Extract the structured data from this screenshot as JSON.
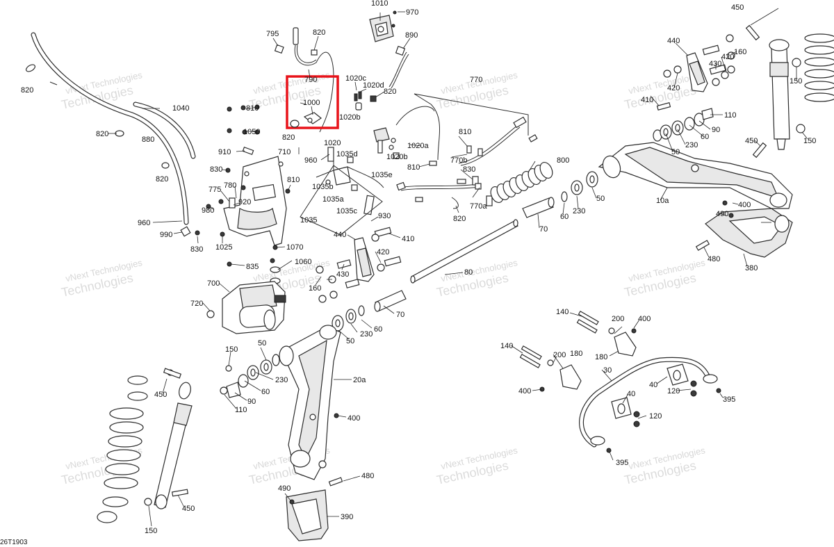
{
  "diagram": {
    "reference_code": "26T1903",
    "watermark": {
      "line1": "vNext Technologies",
      "line2": "Technologies"
    },
    "highlight": {
      "color": "#e8131a",
      "label": "1000"
    },
    "callouts": [
      {
        "id": "c1010",
        "label": "1010"
      },
      {
        "id": "c970",
        "label": "970"
      },
      {
        "id": "c890",
        "label": "890"
      },
      {
        "id": "c795",
        "label": "795"
      },
      {
        "id": "c820a",
        "label": "820"
      },
      {
        "id": "c790",
        "label": "790"
      },
      {
        "id": "c1000",
        "label": "1000"
      },
      {
        "id": "c1020c",
        "label": "1020c"
      },
      {
        "id": "c1020d",
        "label": "1020d"
      },
      {
        "id": "c820b",
        "label": "820"
      },
      {
        "id": "c1020b1",
        "label": "1020b"
      },
      {
        "id": "c770",
        "label": "770"
      },
      {
        "id": "c820c",
        "label": "820"
      },
      {
        "id": "c810a",
        "label": "810"
      },
      {
        "id": "c1050",
        "label": "1050"
      },
      {
        "id": "c1040",
        "label": "1040"
      },
      {
        "id": "c880",
        "label": "880"
      },
      {
        "id": "c820d",
        "label": "820"
      },
      {
        "id": "c820e",
        "label": "820"
      },
      {
        "id": "c910",
        "label": "910"
      },
      {
        "id": "c710",
        "label": "710"
      },
      {
        "id": "c830a",
        "label": "830"
      },
      {
        "id": "c820f",
        "label": "820"
      },
      {
        "id": "c960a",
        "label": "960"
      },
      {
        "id": "c1020",
        "label": "1020"
      },
      {
        "id": "c1035d",
        "label": "1035d"
      },
      {
        "id": "c1035e",
        "label": "1035e"
      },
      {
        "id": "c1020a",
        "label": "1020a"
      },
      {
        "id": "c1020b2",
        "label": "1020b"
      },
      {
        "id": "c810b",
        "label": "810"
      },
      {
        "id": "c810c",
        "label": "810"
      },
      {
        "id": "c770b",
        "label": "770b"
      },
      {
        "id": "c830b",
        "label": "830"
      },
      {
        "id": "c800",
        "label": "800"
      },
      {
        "id": "c775",
        "label": "775"
      },
      {
        "id": "c780",
        "label": "780"
      },
      {
        "id": "c810d",
        "label": "810"
      },
      {
        "id": "c920",
        "label": "920"
      },
      {
        "id": "c980",
        "label": "980"
      },
      {
        "id": "c1035b",
        "label": "1035b"
      },
      {
        "id": "c1035a",
        "label": "1035a"
      },
      {
        "id": "c1035c",
        "label": "1035c"
      },
      {
        "id": "c1035",
        "label": "1035"
      },
      {
        "id": "c770a",
        "label": "770a"
      },
      {
        "id": "c820g",
        "label": "820"
      },
      {
        "id": "c960b",
        "label": "960"
      },
      {
        "id": "c990",
        "label": "990"
      },
      {
        "id": "c830c",
        "label": "830"
      },
      {
        "id": "c1025",
        "label": "1025"
      },
      {
        "id": "c930",
        "label": "930"
      },
      {
        "id": "c440a",
        "label": "440"
      },
      {
        "id": "c410a",
        "label": "410"
      },
      {
        "id": "c1070",
        "label": "1070"
      },
      {
        "id": "c835",
        "label": "835"
      },
      {
        "id": "c1060",
        "label": "1060"
      },
      {
        "id": "c420a",
        "label": "420"
      },
      {
        "id": "c430a",
        "label": "430"
      },
      {
        "id": "c160a",
        "label": "160"
      },
      {
        "id": "c80",
        "label": "80"
      },
      {
        "id": "c700",
        "label": "700"
      },
      {
        "id": "c720",
        "label": "720"
      },
      {
        "id": "c70a",
        "label": "70"
      },
      {
        "id": "c60a",
        "label": "60"
      },
      {
        "id": "c230a",
        "label": "230"
      },
      {
        "id": "c50a",
        "label": "50"
      },
      {
        "id": "c150a",
        "label": "150"
      },
      {
        "id": "c50b",
        "label": "50"
      },
      {
        "id": "c20a",
        "label": "20a"
      },
      {
        "id": "c230b",
        "label": "230"
      },
      {
        "id": "c60b",
        "label": "60"
      },
      {
        "id": "c90a",
        "label": "90"
      },
      {
        "id": "c110a",
        "label": "110"
      },
      {
        "id": "c450a",
        "label": "450"
      },
      {
        "id": "c400a",
        "label": "400"
      },
      {
        "id": "c480a",
        "label": "480"
      },
      {
        "id": "c490a",
        "label": "490"
      },
      {
        "id": "c390",
        "label": "390"
      },
      {
        "id": "c450b",
        "label": "450"
      },
      {
        "id": "c150b",
        "label": "150"
      },
      {
        "id": "c450c",
        "label": "450"
      },
      {
        "id": "c440b",
        "label": "440"
      },
      {
        "id": "c160b",
        "label": "160"
      },
      {
        "id": "c420b",
        "label": "420"
      },
      {
        "id": "c430b",
        "label": "430"
      },
      {
        "id": "c420c",
        "label": "420"
      },
      {
        "id": "c410b",
        "label": "410"
      },
      {
        "id": "c110b",
        "label": "110"
      },
      {
        "id": "c90b",
        "label": "90"
      },
      {
        "id": "c60c",
        "label": "60"
      },
      {
        "id": "c230c",
        "label": "230"
      },
      {
        "id": "c50c",
        "label": "50"
      },
      {
        "id": "c150c",
        "label": "150"
      },
      {
        "id": "c450d",
        "label": "450"
      },
      {
        "id": "c150d",
        "label": "150"
      },
      {
        "id": "c10a",
        "label": "10a"
      },
      {
        "id": "c400b",
        "label": "400"
      },
      {
        "id": "c490b",
        "label": "490"
      },
      {
        "id": "c480b",
        "label": "480"
      },
      {
        "id": "c380",
        "label": "380"
      },
      {
        "id": "c50d",
        "label": "50"
      },
      {
        "id": "c230d",
        "label": "230"
      },
      {
        "id": "c60d",
        "label": "60"
      },
      {
        "id": "c70b",
        "label": "70"
      },
      {
        "id": "c140a",
        "label": "140"
      },
      {
        "id": "c200a",
        "label": "200"
      },
      {
        "id": "c400c",
        "label": "400"
      },
      {
        "id": "c180a",
        "label": "180"
      },
      {
        "id": "c140b",
        "label": "140"
      },
      {
        "id": "c200b",
        "label": "200"
      },
      {
        "id": "c180b",
        "label": "180"
      },
      {
        "id": "c30",
        "label": "30"
      },
      {
        "id": "c400d",
        "label": "400"
      },
      {
        "id": "c40a",
        "label": "40"
      },
      {
        "id": "c120a",
        "label": "120"
      },
      {
        "id": "c395a",
        "label": "395"
      },
      {
        "id": "c40b",
        "label": "40"
      },
      {
        "id": "c120b",
        "label": "120"
      },
      {
        "id": "c395b",
        "label": "395"
      }
    ]
  }
}
